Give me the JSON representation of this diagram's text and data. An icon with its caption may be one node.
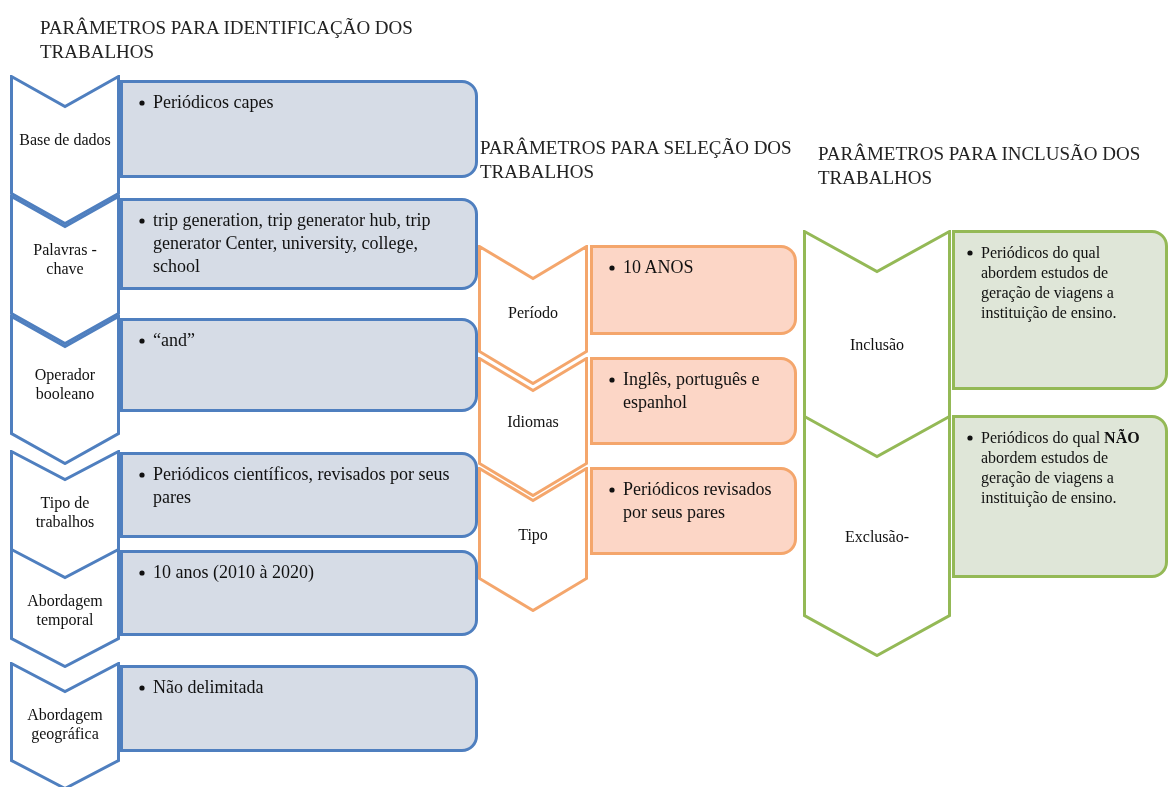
{
  "diagram": {
    "nodes": [
      {
        "text": [
          "Base de dados"
        ]
      },
      {
        "text": [
          "Periódicos capes"
        ]
      },
      {
        "text": [
          "Palavras - chave"
        ]
      },
      {
        "text": [
          "trip generation, trip generator hub, trip generator Center, university, college, school"
        ]
      },
      {
        "text": [
          "Operador booleano"
        ]
      },
      {
        "text": [
          "“and”"
        ]
      },
      {
        "text": [
          "Tipo de trabalhos"
        ]
      },
      {
        "text": [
          "Periódicos científicos, revisados por seus pares"
        ]
      },
      {
        "text": [
          "Abordagem temporal"
        ]
      },
      {
        "text": [
          "10 anos (2010 à 2020)"
        ]
      },
      {
        "text": [
          "Abordagem geográfica"
        ]
      },
      {
        "text": [
          "Não delimitada"
        ]
      },
      {
        "text": [
          "Período"
        ]
      },
      {
        "text": [
          "10 ANOS"
        ]
      },
      {
        "text": [
          "Idiomas"
        ]
      },
      {
        "text": [
          "Inglês, português e espanhol"
        ]
      },
      {
        "text": [
          "Tipo"
        ]
      },
      {
        "text": [
          "Periódicos revisados por seus pares"
        ]
      },
      {
        "text": [
          "Inclusão"
        ]
      },
      {
        "text": [
          "Periódicos do qual abordem estudos de geração de viagens a instituição de ensino."
        ]
      },
      {
        "text": [
          "Exclusão-"
        ]
      },
      {
        "text": [
          "Periódicos do qual **NÃO** abordem estudos de geração de viagens a instituição de ensino."
        ]
      }
    ],
    "labels": [
      "PARÂMETROS PARA IDENTIFICAÇÃO DOS TRABALHOS",
      "PARÂMETROS PARA SELEÇÃO DOS TRABALHOS",
      "PARÂMETROS PARA INCLUSÃO DOS TRABALHOS"
    ]
  }
}
